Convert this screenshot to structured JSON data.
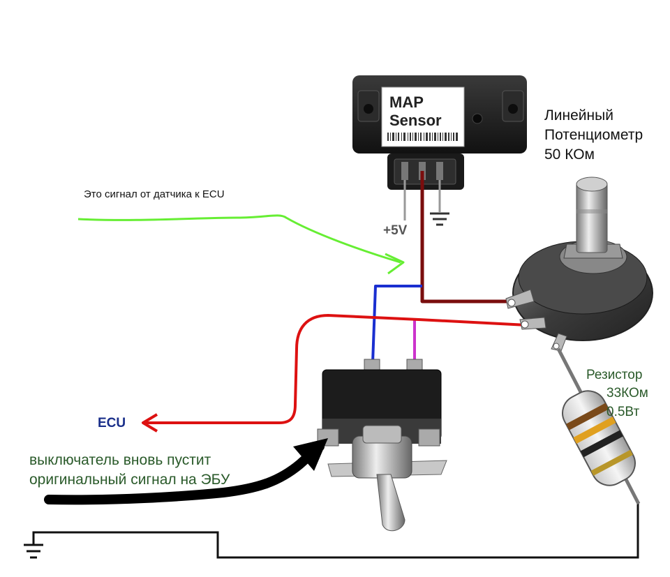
{
  "labels": {
    "signal_note": "Это сигнал от датчика к ECU",
    "pot_line1": "Линейный",
    "pot_line2": "Потенциометр",
    "pot_line3": "50 КОм",
    "res_line1": "Резистор",
    "res_line2": "33КОм",
    "res_line3": "0.5Вт",
    "switch_line1": "выключатель вновь пустит",
    "switch_line2": "оригинальный сигнал на ЭБУ",
    "ecu": "ECU",
    "plus5v": "+5V",
    "map_line1": "MAP",
    "map_line2": "Sensor"
  },
  "colors": {
    "signal_arrow": "#66ee33",
    "wire_dark_red": "#7a0d0d",
    "wire_red": "#dd1111",
    "wire_blue": "#1a2fd0",
    "wire_magenta": "#cc33cc",
    "pointer_arrow": "#000000",
    "ecu_text": "#1a2f8a",
    "green_text": "#2a5a2a"
  },
  "components": {
    "sensor": "map-sensor",
    "potentiometer": "linear-potentiometer",
    "resistor": "resistor",
    "switch": "toggle-switch",
    "ground": "ground-symbol"
  }
}
